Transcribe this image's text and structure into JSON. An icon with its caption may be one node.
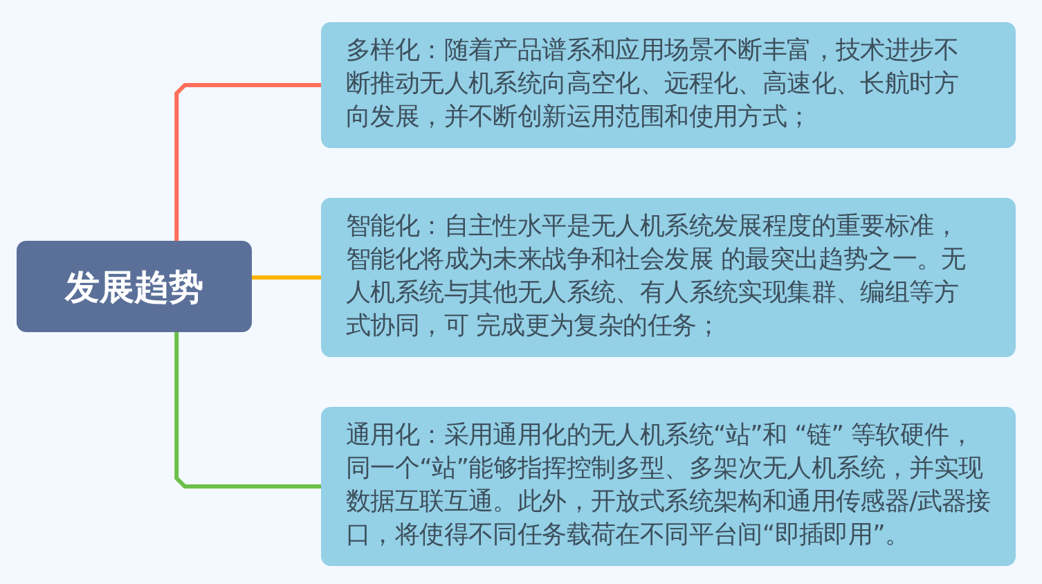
{
  "diagram": {
    "nodes": [
      {
        "text": [
          "发展趋势"
        ]
      },
      {
        "text": [
          "多样化：随着产品谱系和应用场景不断丰富，技术进步不断推动无人机系统向高空化、远程化、高速化、长航时方向发展，并不断创新运用范围和使用方式；"
        ]
      },
      {
        "text": [
          "智能化：自主性水平是无人机系统发展程度的重要标准，智能化将成为未来战争和社会发展 的最突出趋势之一。无人机系统与其他无人系统、有人系统实现集群、编组等方式协同，可 完成更为复杂的任务；"
        ]
      },
      {
        "text": [
          "通用化：采用通用化的无人机系统“站”和 “链” 等软硬件，同一个“站”能够指挥控制多型、多架次无人机系统，并实现数据互联互通。此外，开放式系统架构和通用传感器/武器接口，将使得不同任务载荷在不同平台间“即插即用”。"
        ]
      }
    ],
    "edges": [
      {
        "from": 0,
        "to": 1,
        "arrow": "none",
        "color": "#ff6e5a"
      },
      {
        "from": 0,
        "to": 2,
        "arrow": "none",
        "color": "#ffb300"
      },
      {
        "from": 0,
        "to": 3,
        "arrow": "none",
        "color": "#6cc04a"
      }
    ]
  }
}
